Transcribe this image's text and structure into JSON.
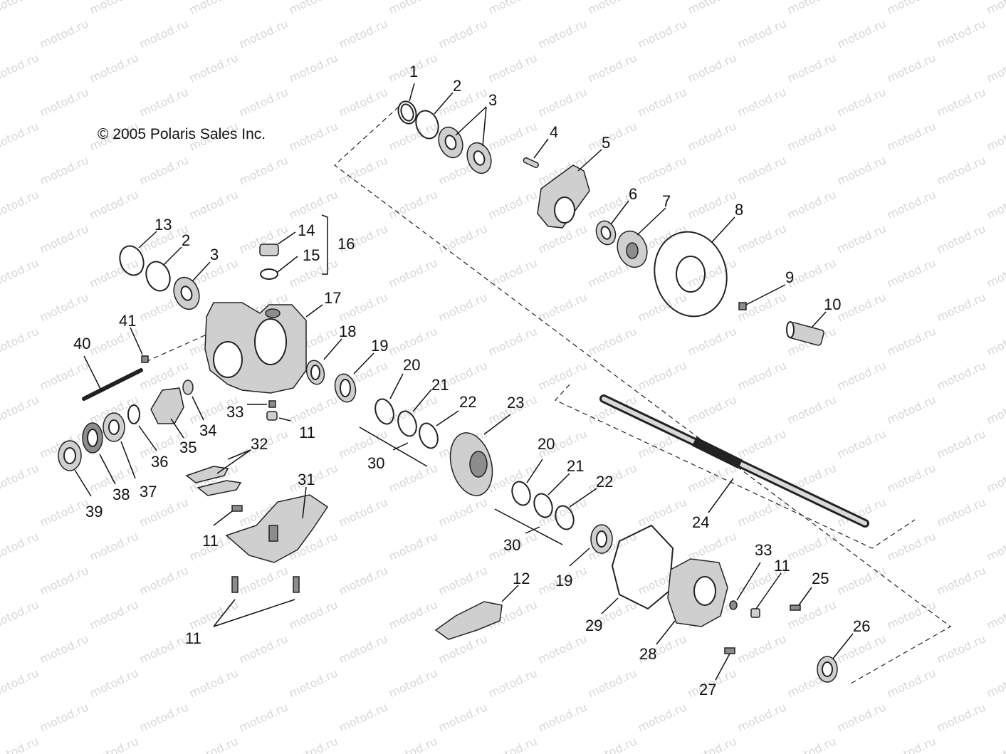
{
  "copyright": "© 2005 Polaris Sales Inc.",
  "watermark": "motod.ru",
  "callouts": [
    "1",
    "2",
    "3",
    "4",
    "5",
    "6",
    "7",
    "8",
    "9",
    "10",
    "13",
    "2",
    "3",
    "14",
    "15",
    "16",
    "17",
    "18",
    "19",
    "20",
    "21",
    "22",
    "23",
    "40",
    "41",
    "33",
    "11",
    "34",
    "35",
    "36",
    "37",
    "38",
    "39",
    "32",
    "30",
    "31",
    "11",
    "11",
    "20",
    "21",
    "22",
    "30",
    "19",
    "24",
    "29",
    "33",
    "11",
    "25",
    "12",
    "28",
    "27",
    "26"
  ]
}
